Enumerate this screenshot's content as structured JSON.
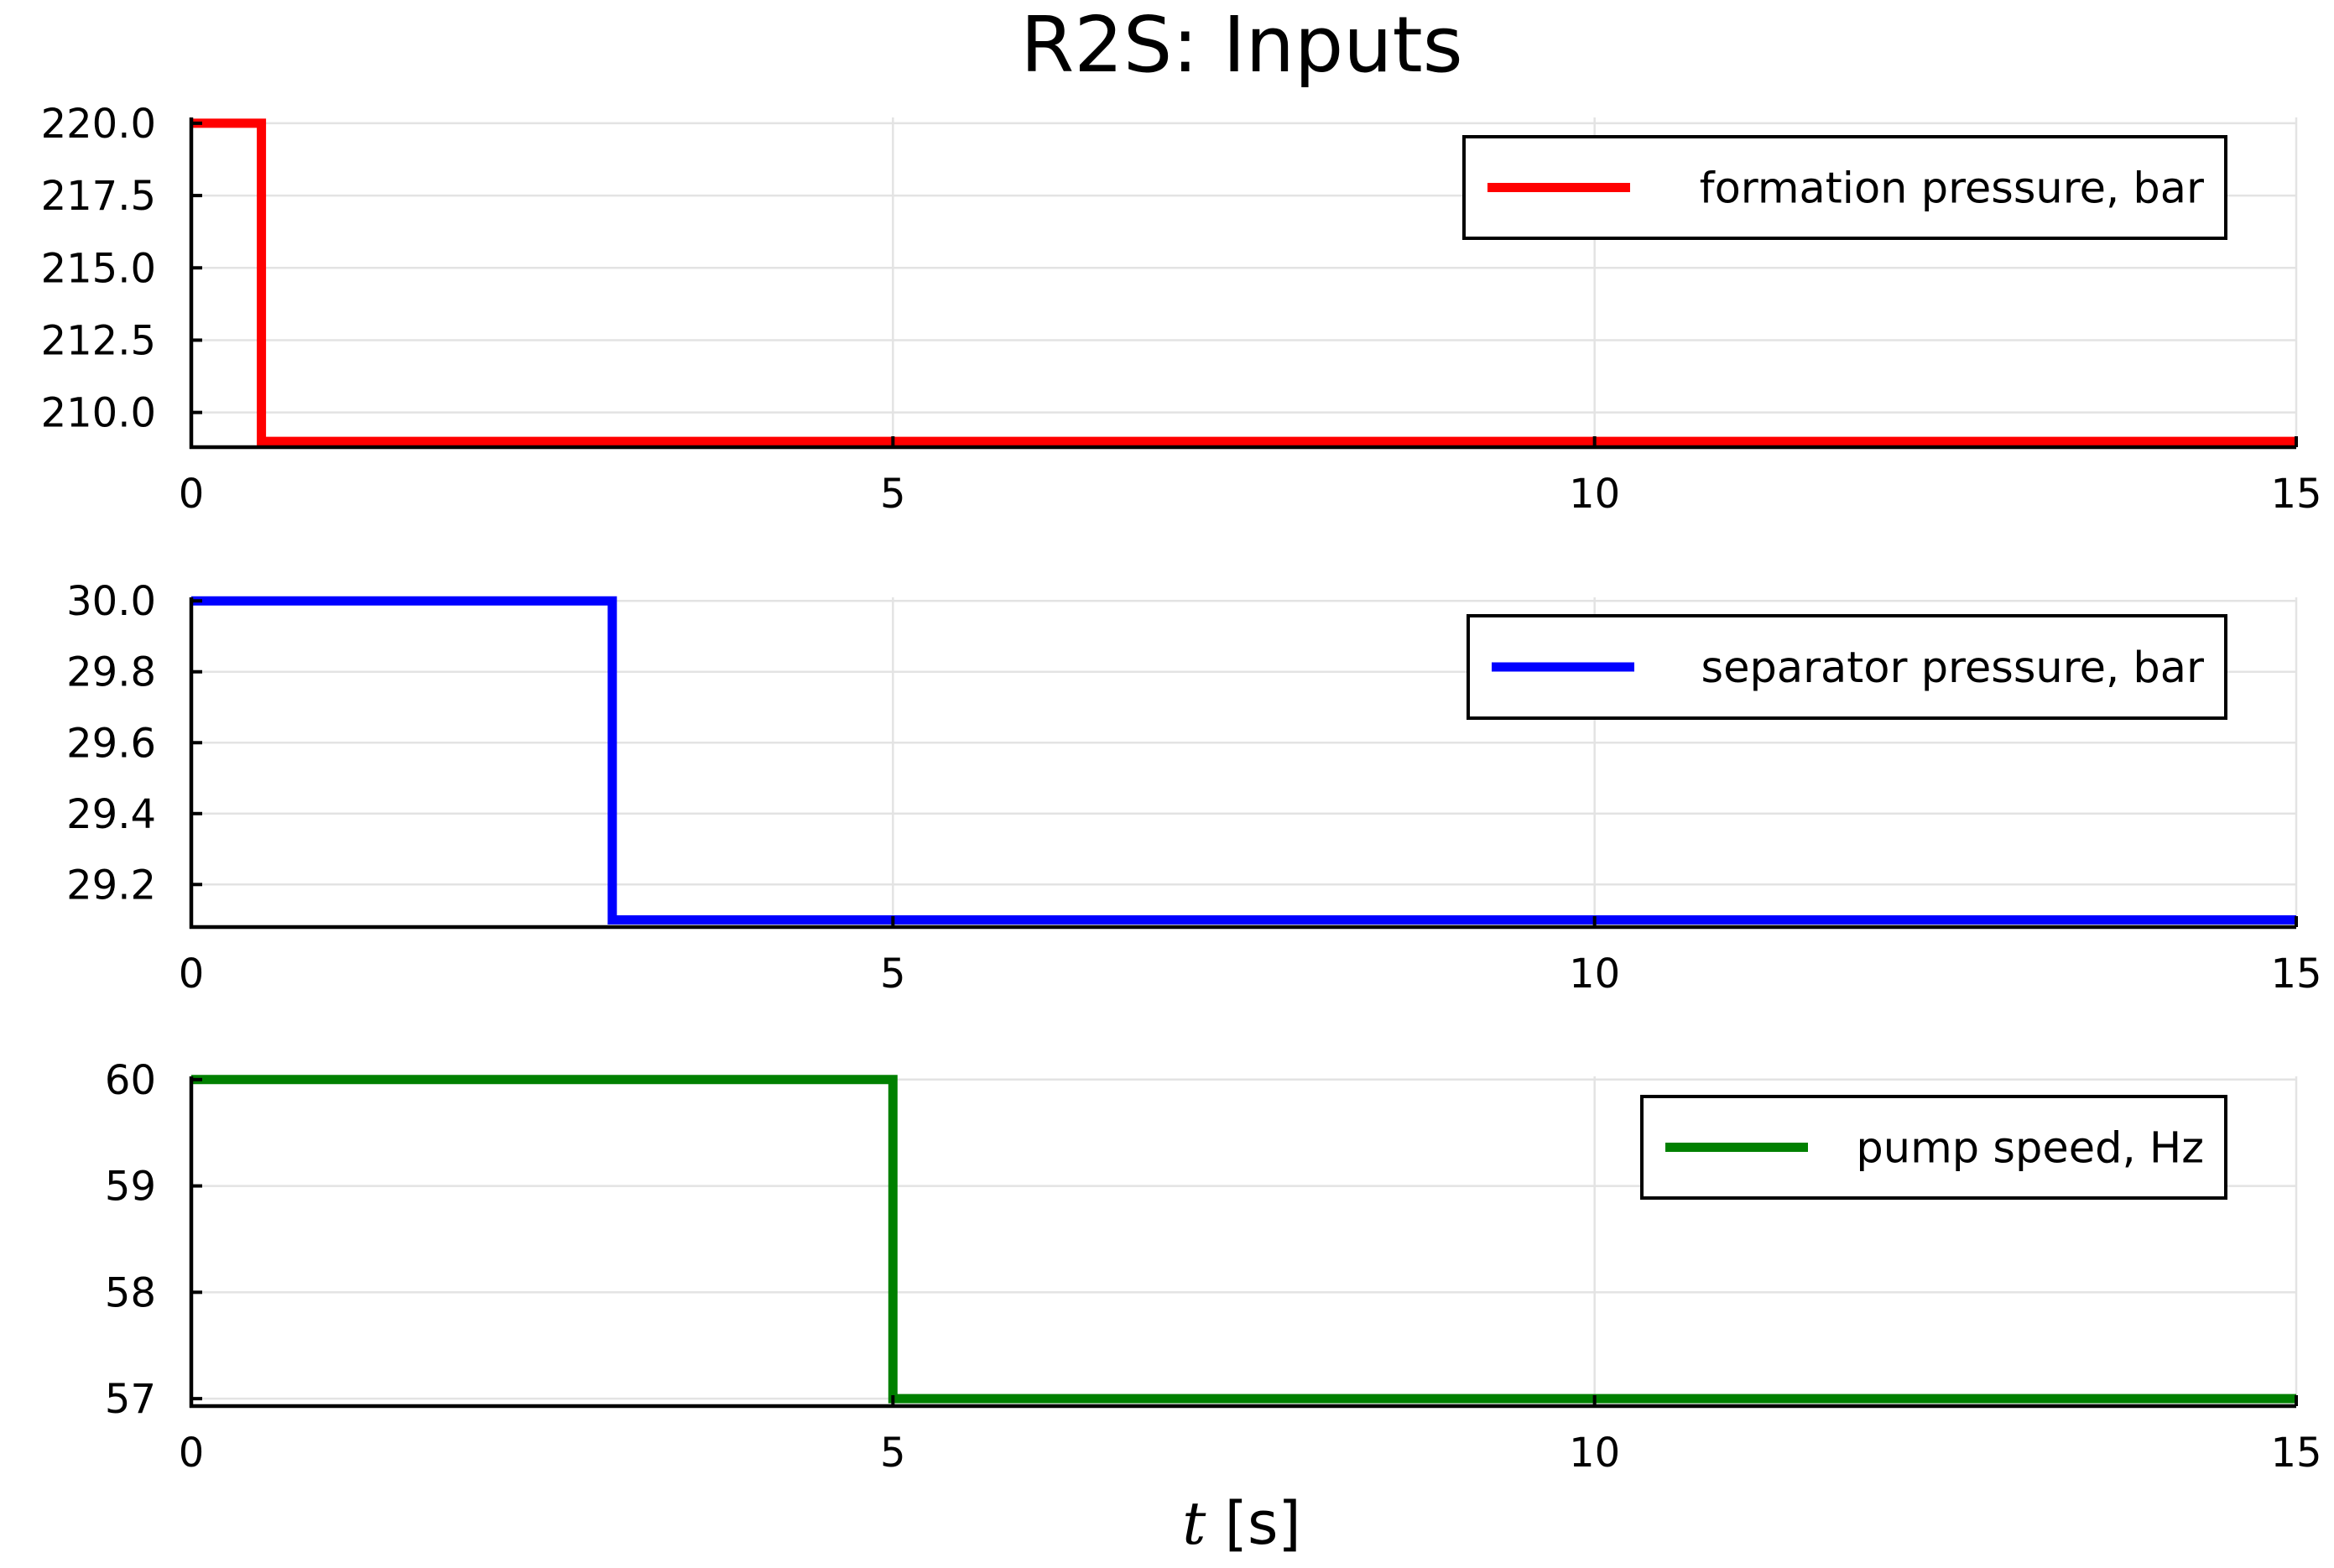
{
  "title": "R2S: Inputs",
  "xlabel_var": "t",
  "xlabel_unit": " [s]",
  "chart_data": [
    {
      "type": "line",
      "step": true,
      "xlim": [
        0,
        15
      ],
      "ylim": [
        208.8,
        220.2
      ],
      "xticks": [
        0,
        5,
        10,
        15
      ],
      "xtick_labels": [
        "0",
        "5",
        "10",
        "15"
      ],
      "yticks": [
        210.0,
        212.5,
        215.0,
        217.5,
        220.0
      ],
      "ytick_labels": [
        "210.0",
        "212.5",
        "215.0",
        "217.5",
        "220.0"
      ],
      "grid": true,
      "legend_position": "top-right",
      "series": [
        {
          "name": "formation pressure, bar",
          "color": "#ff0000",
          "x": [
            0,
            0.5,
            0.5,
            15
          ],
          "y": [
            220.0,
            220.0,
            209.0,
            209.0
          ]
        }
      ]
    },
    {
      "type": "line",
      "step": true,
      "xlim": [
        0,
        15
      ],
      "ylim": [
        29.08,
        30.01
      ],
      "xticks": [
        0,
        5,
        10,
        15
      ],
      "xtick_labels": [
        "0",
        "5",
        "10",
        "15"
      ],
      "yticks": [
        29.2,
        29.4,
        29.6,
        29.8,
        30.0
      ],
      "ytick_labels": [
        "29.2",
        "29.4",
        "29.6",
        "29.8",
        "30.0"
      ],
      "grid": true,
      "legend_position": "top-right",
      "series": [
        {
          "name": "separator pressure, bar",
          "color": "#0000ff",
          "x": [
            0,
            3.0,
            3.0,
            15
          ],
          "y": [
            30.0,
            30.0,
            29.1,
            29.1
          ]
        }
      ]
    },
    {
      "type": "line",
      "step": true,
      "xlim": [
        0,
        15
      ],
      "ylim": [
        56.93,
        60.03
      ],
      "xticks": [
        0,
        5,
        10,
        15
      ],
      "xtick_labels": [
        "0",
        "5",
        "10",
        "15"
      ],
      "yticks": [
        57,
        58,
        59,
        60
      ],
      "ytick_labels": [
        "57",
        "58",
        "59",
        "60"
      ],
      "grid": true,
      "legend_position": "top-right",
      "series": [
        {
          "name": "pump speed, Hz",
          "color": "#008000",
          "x": [
            0,
            5.0,
            5.0,
            15
          ],
          "y": [
            60.0,
            60.0,
            57.0,
            57.0
          ]
        }
      ]
    }
  ]
}
